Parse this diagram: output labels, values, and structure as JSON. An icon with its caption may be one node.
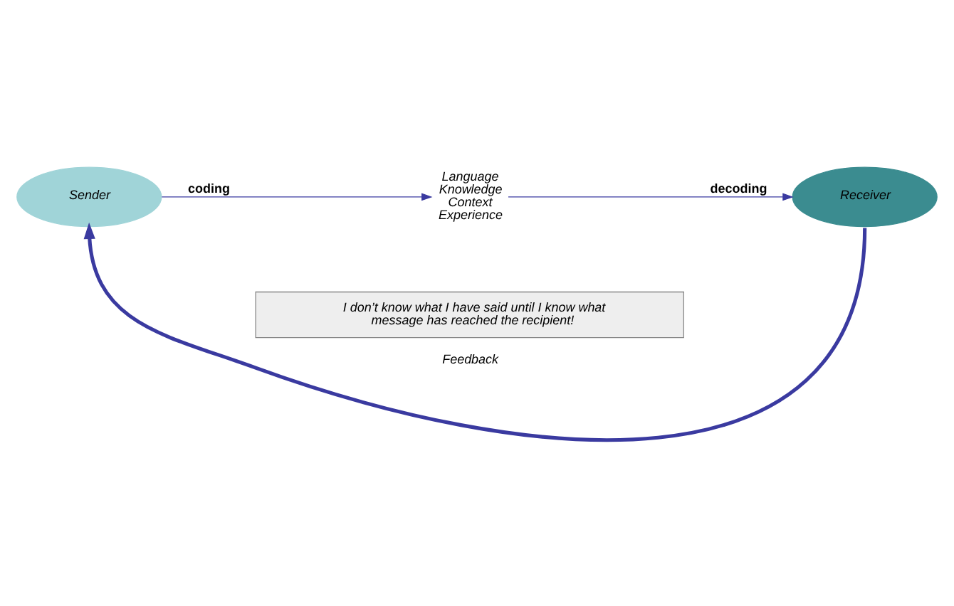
{
  "diagram": {
    "nodes": [
      {
        "text": [
          "Sender"
        ]
      },
      {
        "text": [
          "Language",
          "Knowledge",
          "Context",
          "Experience"
        ]
      },
      {
        "text": [
          "Receiver"
        ]
      },
      {
        "text": [
          "I don’t know what I have said until I know what message has reached the recipient!"
        ]
      }
    ],
    "edges": [
      {
        "from": 0,
        "to": 1,
        "arrow": "to",
        "label": "coding"
      },
      {
        "from": 1,
        "to": 2,
        "arrow": "to",
        "label": "decoding"
      },
      {
        "from": 2,
        "to": 0,
        "arrow": "to",
        "label": "Feedback",
        "style": "thick"
      }
    ]
  }
}
